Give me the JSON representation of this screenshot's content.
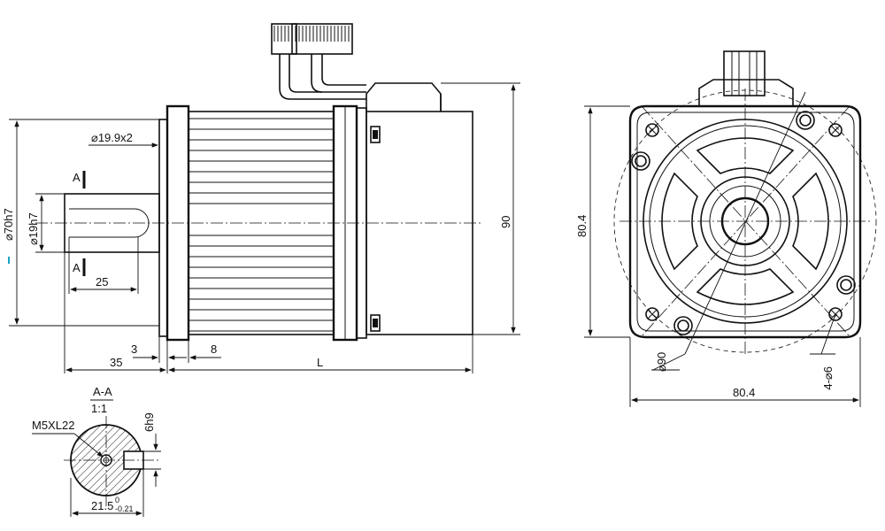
{
  "side_view": {
    "dim_shaft_dia": "⌀19h7",
    "dim_flange_pilot": "⌀70h7",
    "dim_key": "⌀19.9x2",
    "dim_key_length": "25",
    "dim_flange_thk": "3",
    "dim_step": "8",
    "dim_shaft_len": "35",
    "dim_total_len": "L",
    "dim_height": "90",
    "section_mark_top": "A",
    "section_mark_bottom": "A"
  },
  "front_view": {
    "dim_height": "80.4",
    "dim_width": "80.4",
    "dim_pcd": "⌀90",
    "dim_holes": "4-⌀6"
  },
  "section_view": {
    "title": "A-A",
    "scale": "1:1",
    "thread": "M5XL22",
    "key_width": "6h9",
    "depth_base": "21.5",
    "depth_tol_upper": "0",
    "depth_tol_lower": "-0.21"
  }
}
